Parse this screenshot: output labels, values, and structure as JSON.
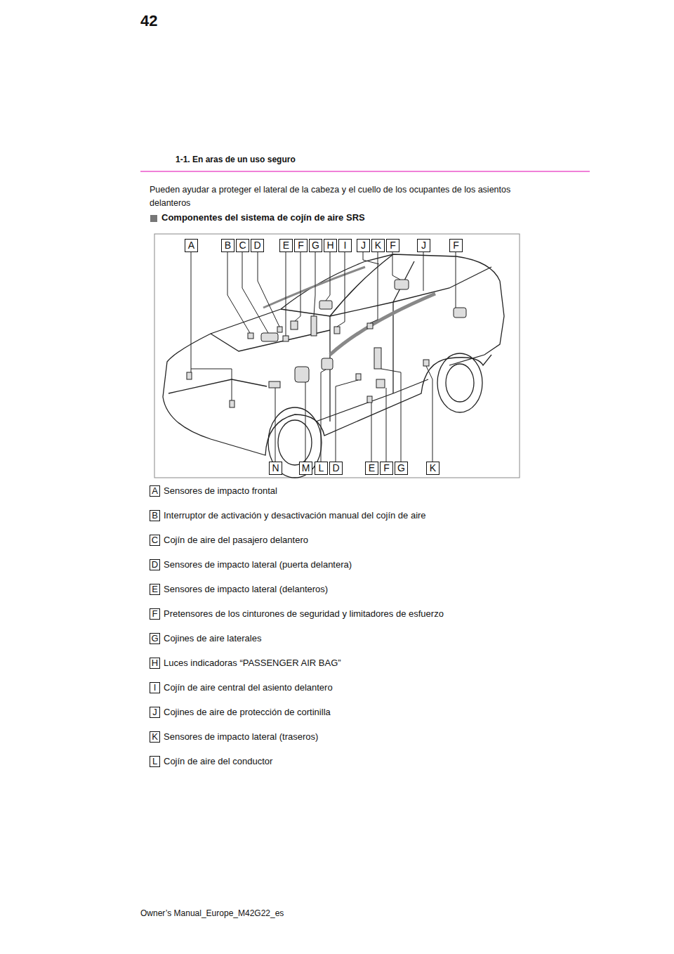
{
  "diagram": {
    "title": "Componentes del sistema de cojín de aire SRS",
    "labels": [
      "42",
      "1-1. En aras de un uso seguro",
      "Pueden ayudar a proteger el lateral de la cabeza y el cuello de los ocupantes de los asientos delanteros",
      "A",
      "B",
      "C",
      "D",
      "E",
      "F",
      "G",
      "H",
      "I",
      "J",
      "K",
      "F",
      "J",
      "F",
      "N",
      "M",
      "L",
      "D",
      "E",
      "F",
      "G",
      "K",
      "A",
      "Sensores de impacto frontal",
      "B",
      "Interruptor de activación y desactivación manual del cojín de aire",
      "C",
      "Cojín de aire del pasajero delantero",
      "D",
      "Sensores de impacto lateral (puerta delantera)",
      "E",
      "Sensores de impacto lateral (delanteros)",
      "F",
      "Pretensores de los cinturones de seguridad y limitadores de esfuerzo",
      "G",
      "Cojines de aire laterales",
      "H",
      "Luces indicadoras “PASSENGER AIR BAG”",
      "I",
      "Cojín de aire central del asiento delantero",
      "J",
      "Cojines de aire de protección de cortinilla",
      "K",
      "Sensores de impacto lateral (traseros)",
      "L",
      "Cojín de aire del conductor",
      "Owner’s Manual_Europe_M42G22_es"
    ]
  }
}
